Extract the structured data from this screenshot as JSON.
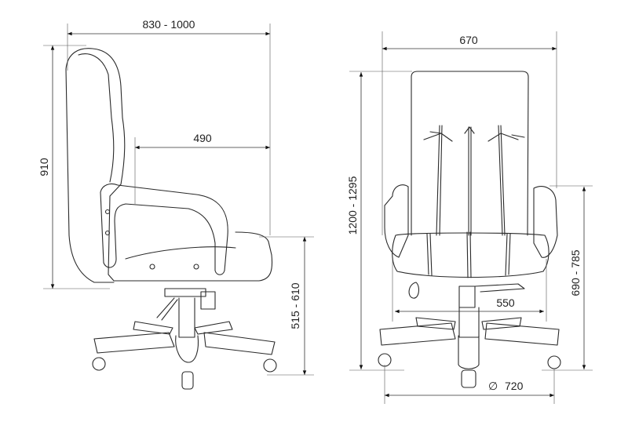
{
  "side_view": {
    "depth_overall": "830 - 1000",
    "seat_depth": "490",
    "back_height": "910",
    "seat_height": "515 - 610"
  },
  "front_view": {
    "width_overall": "670",
    "height_overall": "1200 - 1295",
    "armrest_height": "690 - 785",
    "seat_width": "550",
    "base_diameter_symbol": "∅",
    "base_diameter": "720"
  }
}
